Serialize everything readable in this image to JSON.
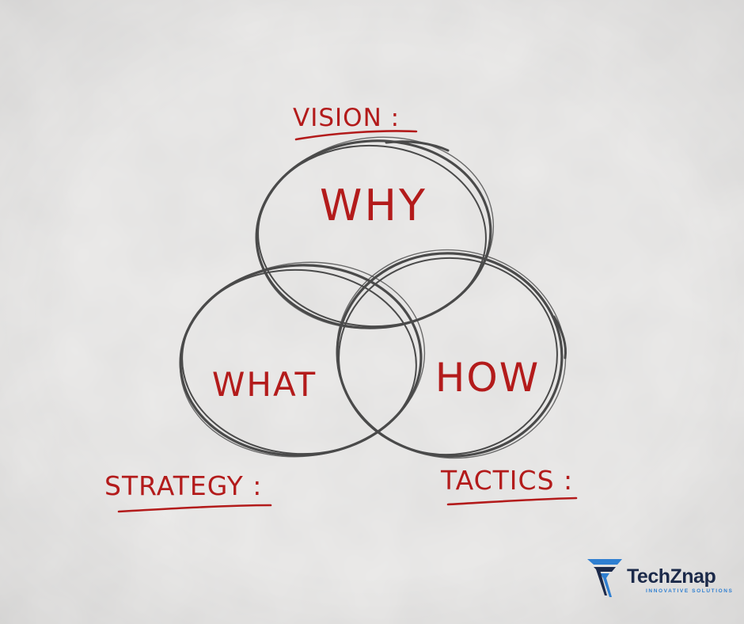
{
  "diagram": {
    "circles": {
      "top": "WHY",
      "left": "WHAT",
      "right": "HOW"
    },
    "labels": {
      "vision": "VISION :",
      "strategy": "STRATEGY :",
      "tactics": "TACTICS :"
    },
    "colors": {
      "ink": "#b31b1b",
      "pencil": "#4a4a4a",
      "paper": "#ececeb"
    }
  },
  "brand": {
    "name": "TechZnap",
    "tagline": "INNOVATIVE SOLUTIONS",
    "colors": {
      "navy": "#1c2a4a",
      "blue": "#2f7fd1"
    },
    "icon": "techznap-logo-icon"
  }
}
